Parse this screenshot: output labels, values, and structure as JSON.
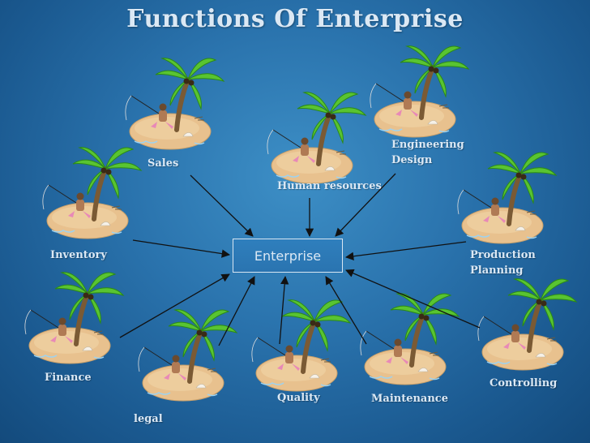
{
  "title": "Functions Of Enterprise",
  "center": {
    "label": "Enterprise"
  },
  "nodes": [
    {
      "id": "sales",
      "label": "Sales"
    },
    {
      "id": "human-resources",
      "label": "Human resources"
    },
    {
      "id": "engineering-design",
      "label": "Engineering Design"
    },
    {
      "id": "inventory",
      "label": "Inventory"
    },
    {
      "id": "production-planning",
      "label": "Production Planning"
    },
    {
      "id": "finance",
      "label": "Finance"
    },
    {
      "id": "legal",
      "label": "legal"
    },
    {
      "id": "quality",
      "label": "Quality"
    },
    {
      "id": "maintenance",
      "label": "Maintenance"
    },
    {
      "id": "controlling",
      "label": "Controlling"
    }
  ],
  "icons": {
    "island": "island-palm-fisherman-icon"
  },
  "colors": {
    "background": "#2a73ad",
    "text": "#dbe8f4",
    "arrow": "#111111",
    "sand": "#e8c18e"
  }
}
